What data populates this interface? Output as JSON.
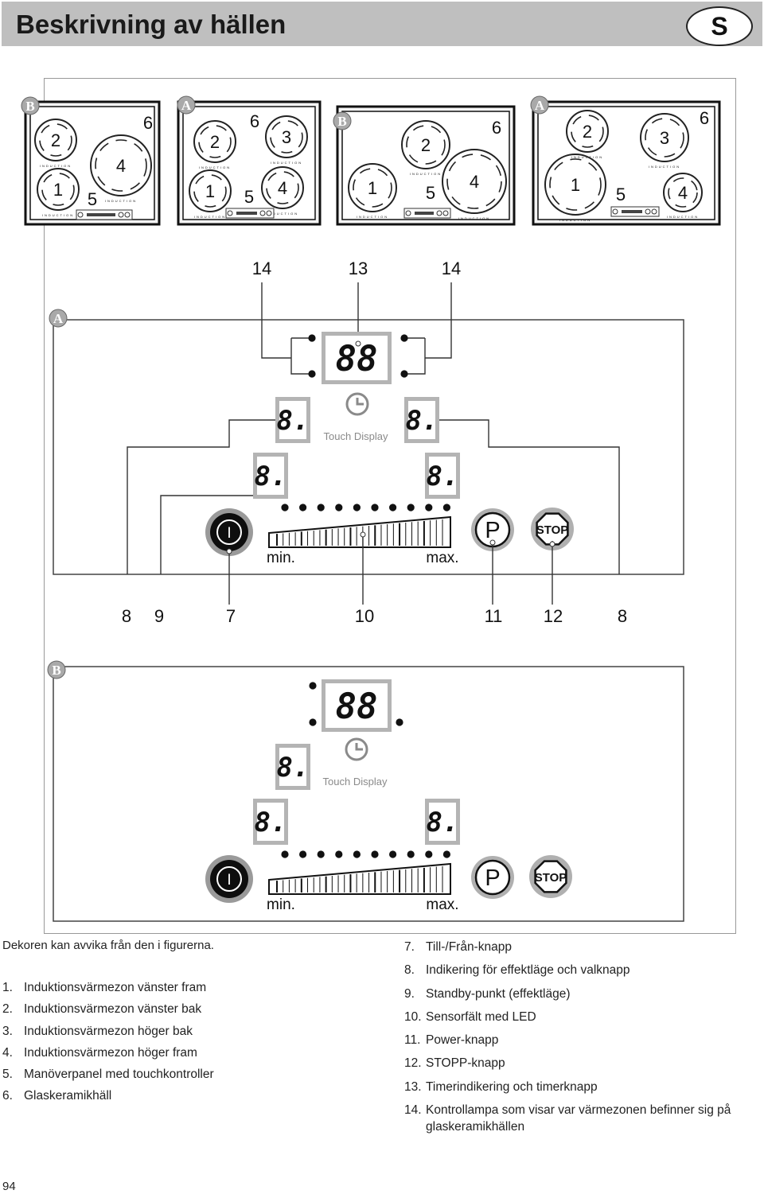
{
  "header": {
    "title": "Beskrivning av hällen",
    "badge": "S"
  },
  "figure": {
    "hob_badges": [
      "B",
      "A",
      "B",
      "A"
    ],
    "hob_zone_numbers": [
      "1",
      "2",
      "3",
      "4",
      "5",
      "6"
    ],
    "hob_zone_text": "INDUCTION",
    "panel_a_badge": "A",
    "panel_b_badge": "B",
    "top_callouts": [
      "14",
      "13",
      "14"
    ],
    "bottom_callouts": [
      "8",
      "9",
      "7",
      "10",
      "11",
      "12",
      "8"
    ],
    "timer_digits": "88",
    "zone_digit": "8.",
    "touch_display": "Touch Display",
    "power_symbol": "I",
    "min_label": "min.",
    "max_label": "max.",
    "p_label": "P",
    "stop_label": "STOP"
  },
  "caption": "Dekoren kan avvika från den i figurerna.",
  "legend_left": [
    {
      "n": "1.",
      "text": "Induktionsvärmezon vänster fram"
    },
    {
      "n": "2.",
      "text": "Induktionsvärmezon vänster bak"
    },
    {
      "n": "3.",
      "text": "Induktionsvärmezon höger bak"
    },
    {
      "n": "4.",
      "text": "Induktionsvärmezon höger fram"
    },
    {
      "n": "5.",
      "text": "Manöverpanel med touchkontroller"
    },
    {
      "n": "6.",
      "text": "Glaskeramikhäll"
    }
  ],
  "legend_right": [
    {
      "n": "7.",
      "text": "Till-/Från-knapp"
    },
    {
      "n": "8.",
      "text": "Indikering för effektläge och valknapp"
    },
    {
      "n": "9.",
      "text": "Standby-punkt (effektläge)"
    },
    {
      "n": "10.",
      "text": "Sensorfält med LED"
    },
    {
      "n": "11.",
      "text": "Power-knapp"
    },
    {
      "n": "12.",
      "text": "STOPP-knapp"
    },
    {
      "n": "13.",
      "text": "Timerindikering och timerknapp"
    },
    {
      "n": "14.",
      "text": "Kontrollampa som visar var värmezonen befinner sig på glaskeramikhällen"
    }
  ],
  "page_number": "94"
}
